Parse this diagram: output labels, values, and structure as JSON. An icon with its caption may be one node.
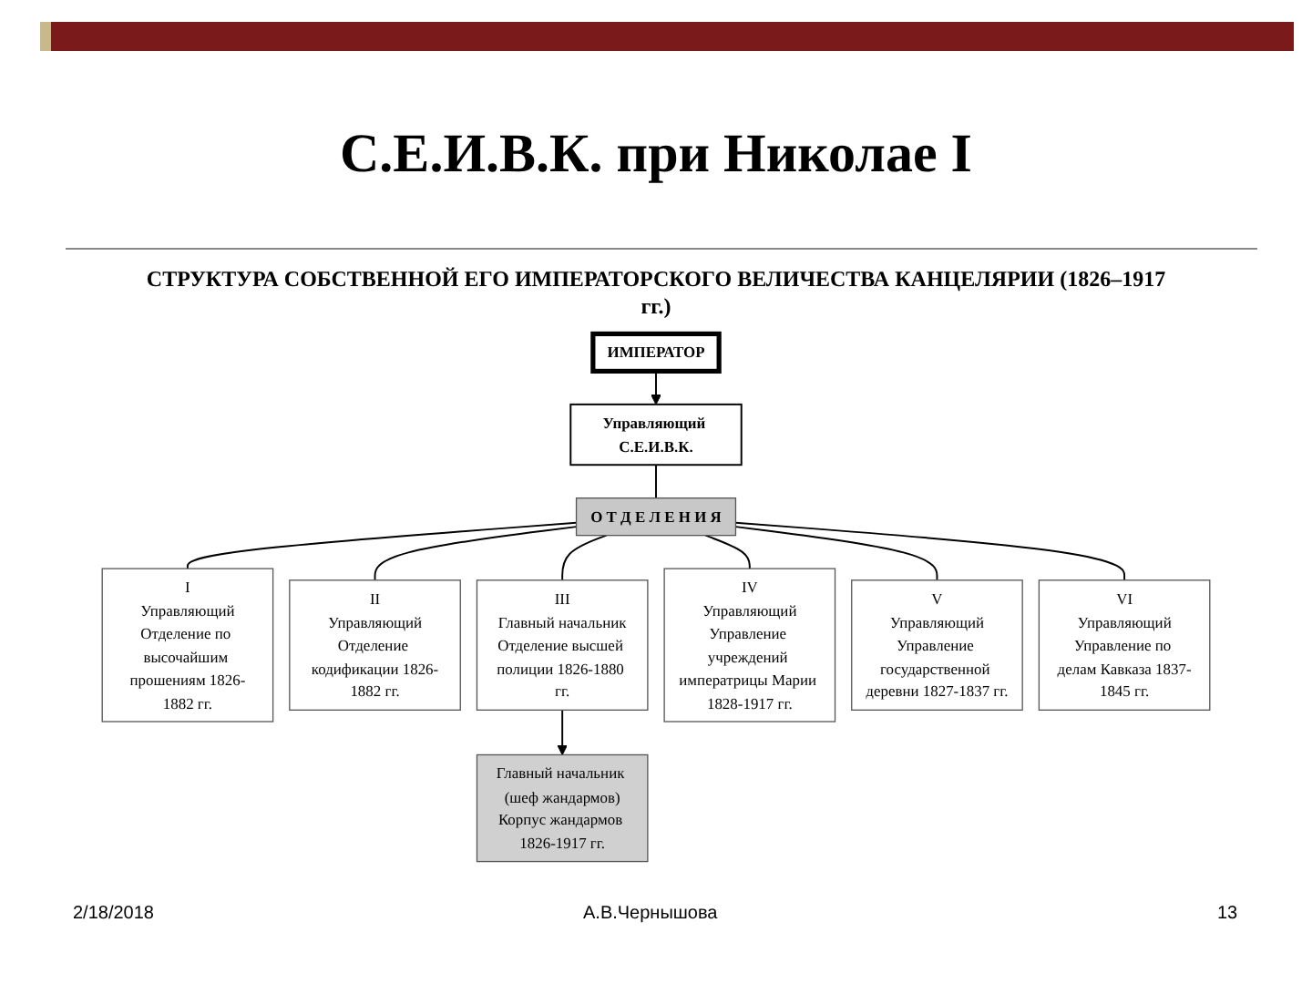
{
  "diagram": {
    "title": "С.Е.И.В.К. при Николае I",
    "nodes": [
      {
        "text": [
          "ИМПЕРАТОР"
        ]
      },
      {
        "text": [
          "Управляющий С.Е.И.В.К."
        ]
      },
      {
        "text": [
          "О Т Д Е Л Е Н И Я"
        ]
      },
      {
        "text": [
          "I",
          "Управляющий",
          "Отделение по высочайшим прошениям 1826-1882 гг."
        ]
      },
      {
        "text": [
          "II",
          "Управляющий",
          "Отделение кодификации 1826-1882 гг."
        ]
      },
      {
        "text": [
          "III",
          "Главный начальник",
          "Отделение высшей полиции 1826-1880 гг."
        ]
      },
      {
        "text": [
          "IV",
          "Управляющий",
          "Управление учреждений императрицы Марии 1828-1917 гг."
        ]
      },
      {
        "text": [
          "V",
          "Управляющий",
          "Управление государственной деревни 1827-1837 гг."
        ]
      },
      {
        "text": [
          "VI",
          "Управляющий",
          "Управление по делам Кавказа 1837-1845 гг."
        ]
      },
      {
        "text": [
          "Главный начальник (шеф жандармов)",
          "Корпус жандармов 1826-1917 гг."
        ]
      }
    ],
    "edges": [
      {
        "from": 0,
        "to": 1,
        "arrow": "to"
      },
      {
        "from": 1,
        "to": 2,
        "arrow": "none"
      },
      {
        "from": 2,
        "to": 3,
        "arrow": "none"
      },
      {
        "from": 2,
        "to": 4,
        "arrow": "none"
      },
      {
        "from": 2,
        "to": 5,
        "arrow": "none"
      },
      {
        "from": 2,
        "to": 6,
        "arrow": "none"
      },
      {
        "from": 2,
        "to": 7,
        "arrow": "none"
      },
      {
        "from": 2,
        "to": 8,
        "arrow": "none"
      },
      {
        "from": 5,
        "to": 9,
        "arrow": "to"
      }
    ],
    "labels": [
      "СТРУКТУРА СОБСТВЕННОЙ ЕГО ИМПЕРАТОРСКОГО ВЕЛИЧЕСТВА КАНЦЕЛЯРИИ (1826–1917 гг.)",
      "2/18/2018",
      "А.В.Чернышова",
      "13"
    ]
  }
}
